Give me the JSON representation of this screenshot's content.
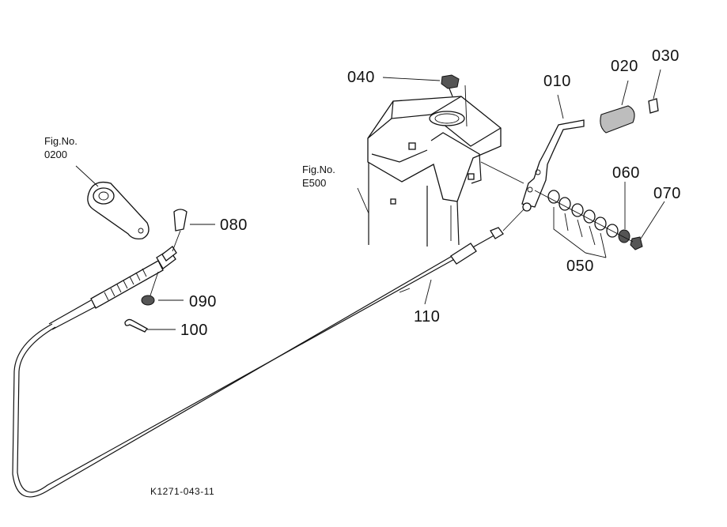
{
  "diagram": {
    "labels": {
      "p010": "010",
      "p020": "020",
      "p030": "030",
      "p040": "040",
      "p050": "050",
      "p060": "060",
      "p070": "070",
      "p080": "080",
      "p090": "090",
      "p100": "100",
      "p110": "110"
    },
    "fig_refs": {
      "left": {
        "line1": "Fig.No.",
        "line2": "0200"
      },
      "center": {
        "line1": "Fig.No.",
        "line2": "E500"
      }
    },
    "drawing_code": "K1271-043-11"
  }
}
